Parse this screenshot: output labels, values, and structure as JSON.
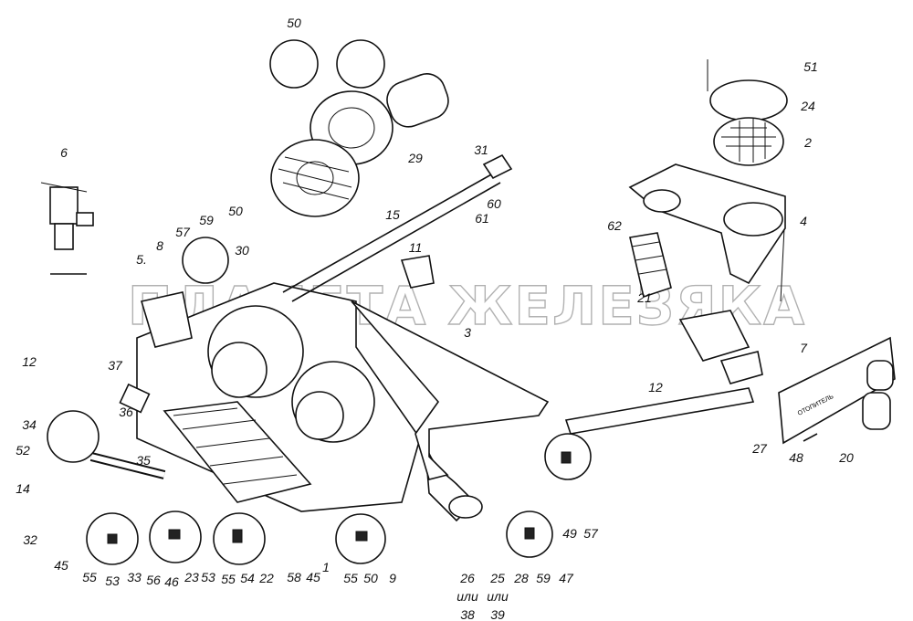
{
  "diagram": {
    "title": "Heater and ventilation assembly exploded view",
    "watermark": "ПЛАНЕТА ЖЕЛЕЗЯКА",
    "plate_text": "ОТОПИТЕЛЬ",
    "callouts": [
      "50",
      "51",
      "24",
      "2",
      "29",
      "31",
      "60",
      "61",
      "6",
      "15",
      "11",
      "62",
      "4",
      "5.",
      "8",
      "57",
      "59",
      "50",
      "30",
      "21",
      "3",
      "7",
      "12",
      "37",
      "12",
      "34",
      "36",
      "35",
      "52",
      "14",
      "32",
      "45",
      "55",
      "53",
      "33",
      "56",
      "46",
      "23",
      "53",
      "55",
      "54",
      "22",
      "58",
      "45",
      "1",
      "55",
      "50",
      "9",
      "26",
      "или",
      "38",
      "25",
      "или",
      "39",
      "28",
      "59",
      "47",
      "49",
      "57",
      "27",
      "48",
      "20"
    ]
  }
}
